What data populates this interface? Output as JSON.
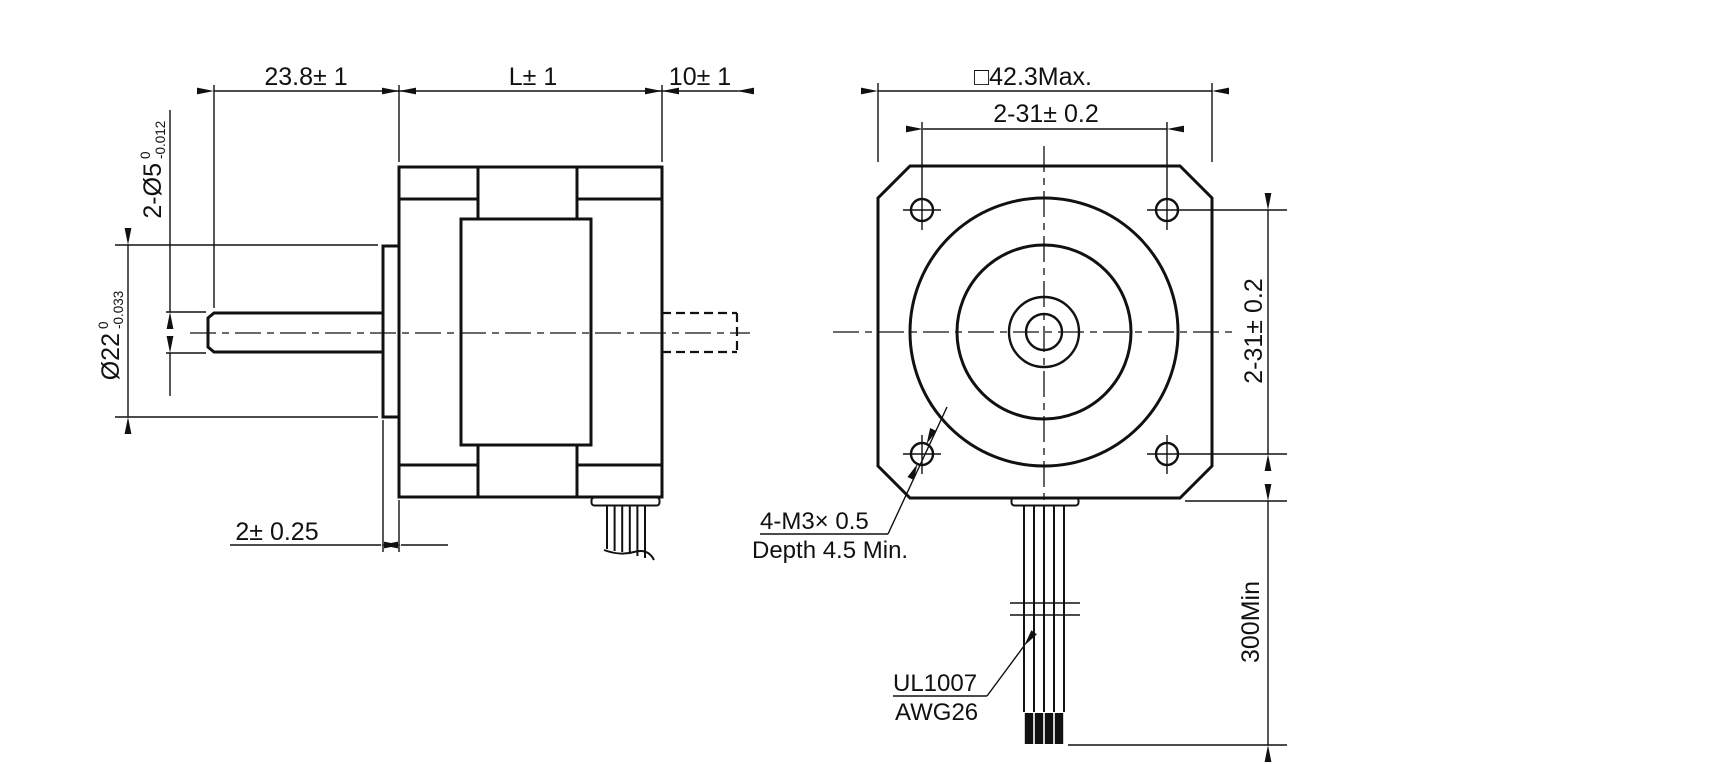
{
  "colors": {
    "background": "#ffffff",
    "line": "#111111"
  },
  "side_view": {
    "shaft_protrusion": "23.8± 1",
    "body_length": "L± 1",
    "rear_shaft_length": "10± 1",
    "boss_thickness": "2± 0.25",
    "shaft_diameter": {
      "text": "2-Ø5",
      "tol_upper": "0",
      "tol_lower": "-0.012"
    },
    "pilot_diameter": {
      "text": "Ø22",
      "tol_upper": "0",
      "tol_lower": "-0.033"
    }
  },
  "front_view": {
    "flange_size": "□42.3Max.",
    "hole_spacing_horizontal": "2-31± 0.2",
    "hole_spacing_vertical": "2-31± 0.2",
    "lead_wire_length": "300Min",
    "mounting_hole_note": {
      "line1": "4-M3× 0.5",
      "line2": "Depth 4.5 Min."
    },
    "lead_wire_note": {
      "line1": "UL1007",
      "line2": "AWG26"
    }
  }
}
